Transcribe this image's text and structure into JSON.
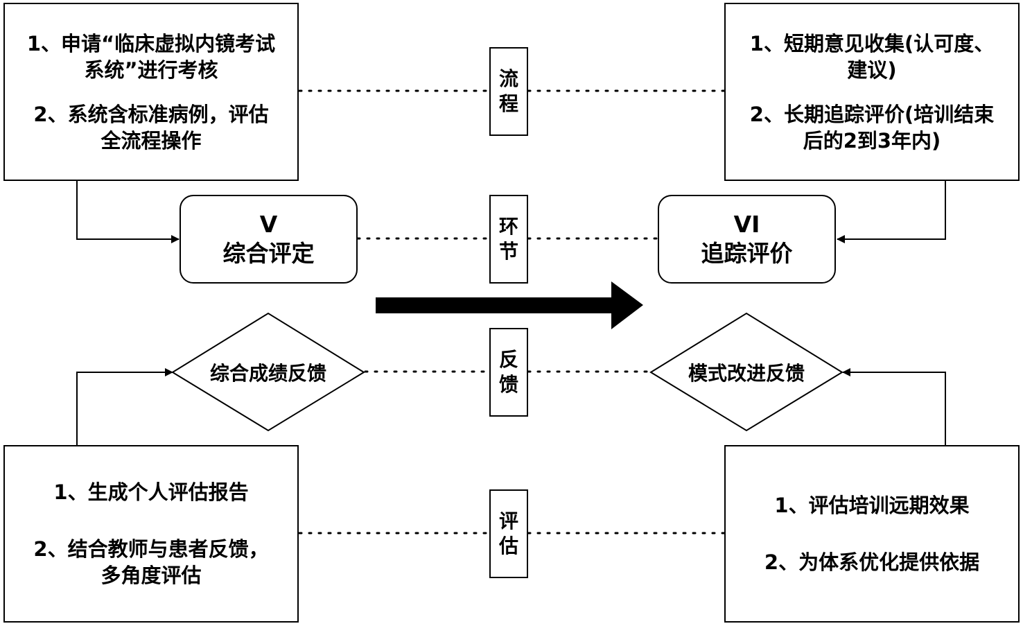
{
  "top_left": {
    "line1": "1、申请“临床虚拟内镜考试",
    "line2": "系统”进行考核",
    "line3": "2、系统含标准病例，评估",
    "line4": "全流程操作"
  },
  "top_right": {
    "line1": "1、短期意见收集(认可度、",
    "line2": "建议)",
    "line3": "2、长期追踪评价(培训结束",
    "line4": "后的2到3年内)"
  },
  "stage_left": {
    "numeral": "V",
    "title": "综合评定"
  },
  "stage_right": {
    "numeral": "VI",
    "title": "追踪评价"
  },
  "diamond_left": "综合成绩反馈",
  "diamond_right": "模式改进反馈",
  "bottom_left": {
    "line1": "1、生成个人评估报告",
    "line2": "2、结合教师与患者反馈，",
    "line3": "多角度评估"
  },
  "bottom_right": {
    "line1": "1、评估培训远期效果",
    "line2": "2、为体系优化提供依据"
  },
  "labels": {
    "process": [
      "流",
      "程"
    ],
    "stage": [
      "环",
      "节"
    ],
    "feedback": [
      "反",
      "馈"
    ],
    "evaluation": [
      "评",
      "估"
    ]
  }
}
